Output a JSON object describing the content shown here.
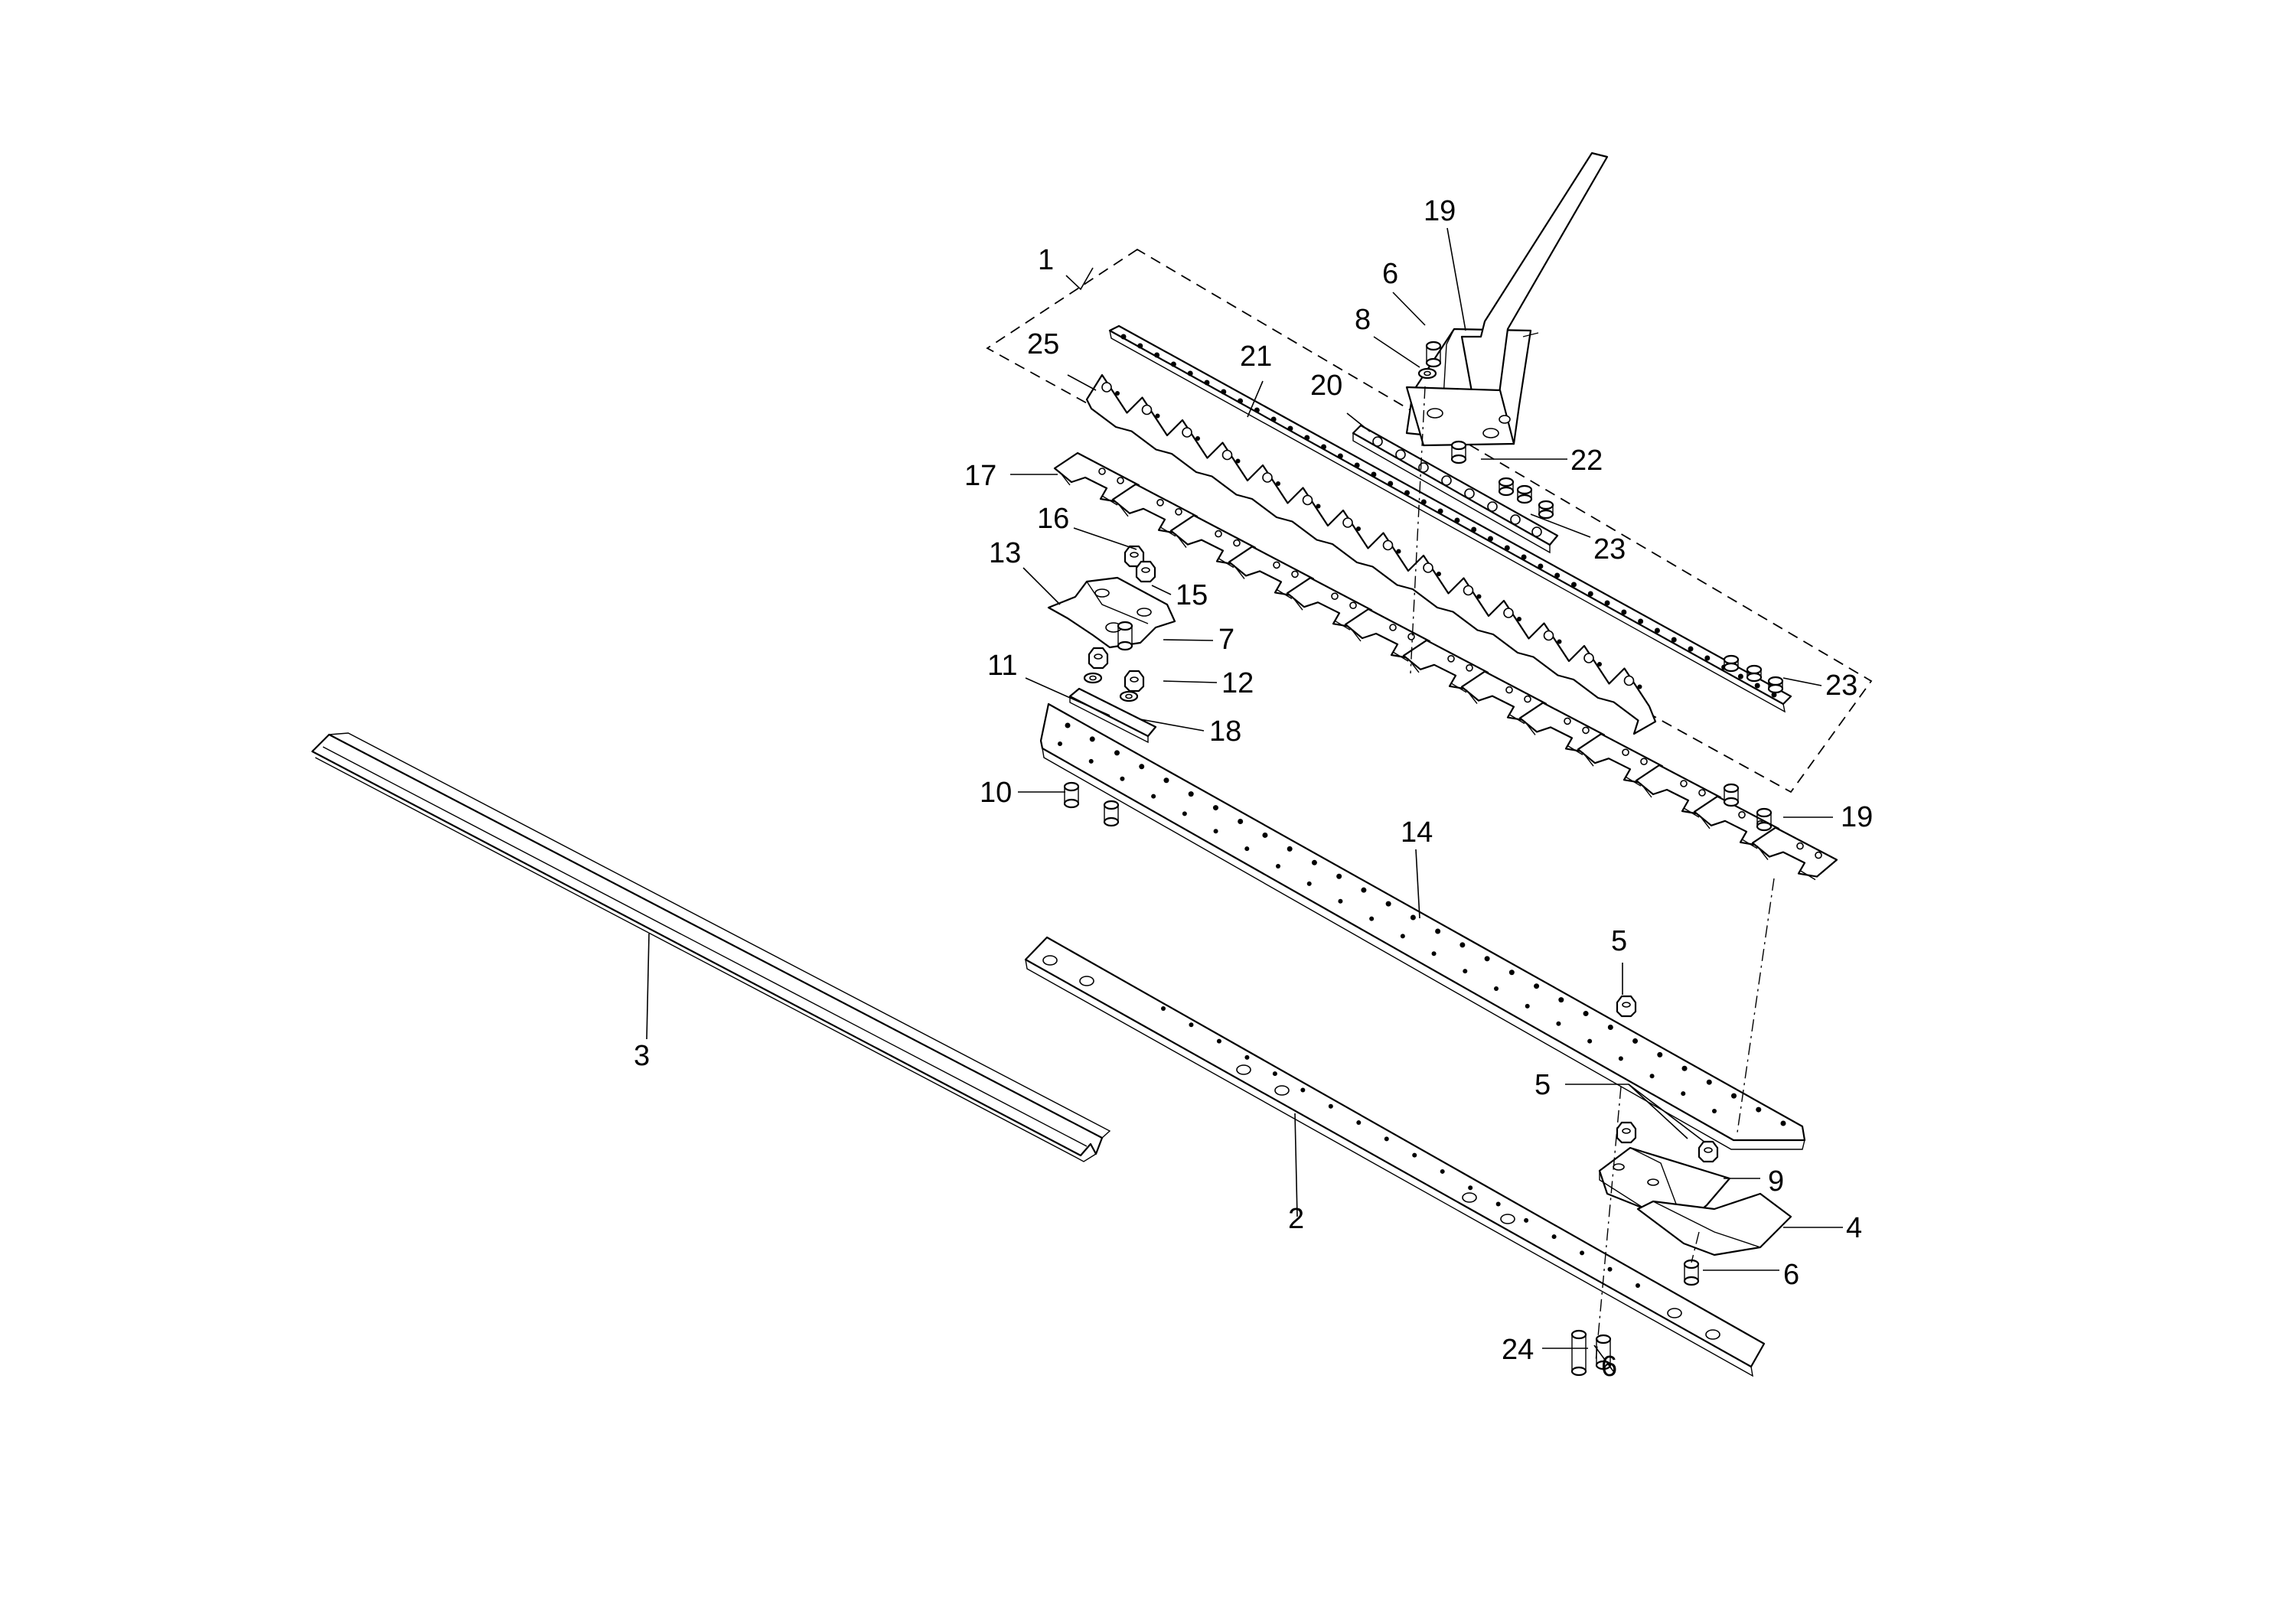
{
  "diagram": {
    "callouts": [
      {
        "id": "1",
        "label": "1"
      },
      {
        "id": "2",
        "label": "2"
      },
      {
        "id": "3",
        "label": "3"
      },
      {
        "id": "4",
        "label": "4"
      },
      {
        "id": "5a",
        "label": "5"
      },
      {
        "id": "5b",
        "label": "5"
      },
      {
        "id": "6a",
        "label": "6"
      },
      {
        "id": "6b",
        "label": "6"
      },
      {
        "id": "6c",
        "label": "6"
      },
      {
        "id": "7",
        "label": "7"
      },
      {
        "id": "8",
        "label": "8"
      },
      {
        "id": "9",
        "label": "9"
      },
      {
        "id": "10",
        "label": "10"
      },
      {
        "id": "11",
        "label": "11"
      },
      {
        "id": "12",
        "label": "12"
      },
      {
        "id": "13",
        "label": "13"
      },
      {
        "id": "14",
        "label": "14"
      },
      {
        "id": "15",
        "label": "15"
      },
      {
        "id": "16",
        "label": "16"
      },
      {
        "id": "17",
        "label": "17"
      },
      {
        "id": "18",
        "label": "18"
      },
      {
        "id": "19a",
        "label": "19"
      },
      {
        "id": "19b",
        "label": "19"
      },
      {
        "id": "20",
        "label": "20"
      },
      {
        "id": "21",
        "label": "21"
      },
      {
        "id": "22",
        "label": "22"
      },
      {
        "id": "23a",
        "label": "23"
      },
      {
        "id": "23b",
        "label": "23"
      },
      {
        "id": "24",
        "label": "24"
      },
      {
        "id": "25",
        "label": "25"
      }
    ]
  }
}
